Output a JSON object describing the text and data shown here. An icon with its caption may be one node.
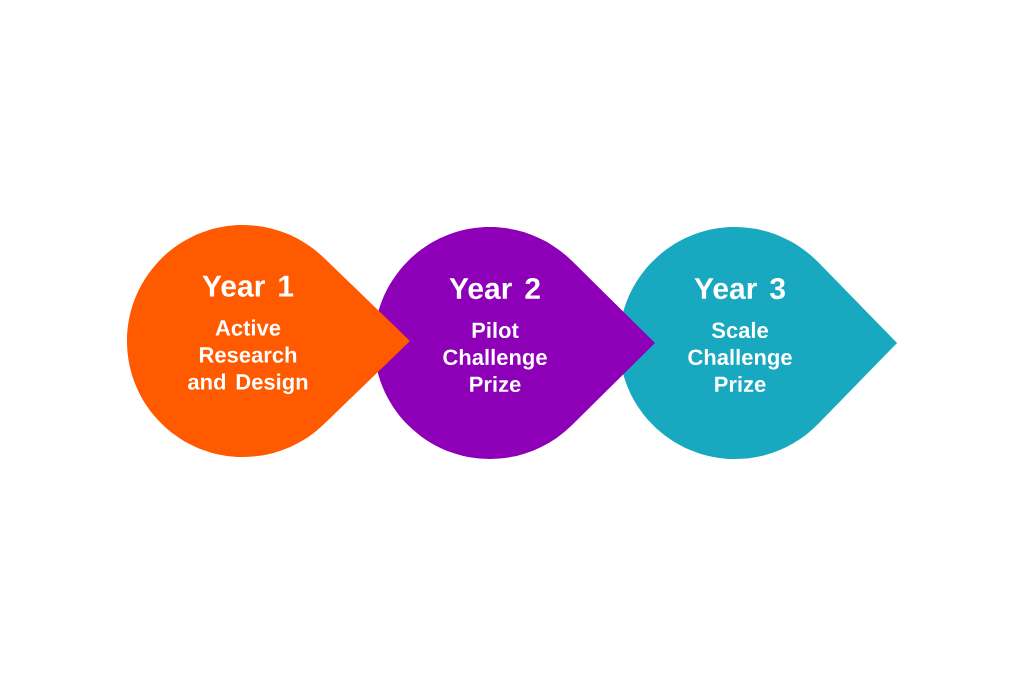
{
  "diagram": {
    "nodes": [
      {
        "text": [
          "Year 1",
          "Active Research and Design"
        ]
      },
      {
        "text": [
          "Year 2",
          "Pilot Challenge Prize"
        ]
      },
      {
        "text": [
          "Year 3",
          "Scale Challenge Prize"
        ]
      }
    ]
  }
}
